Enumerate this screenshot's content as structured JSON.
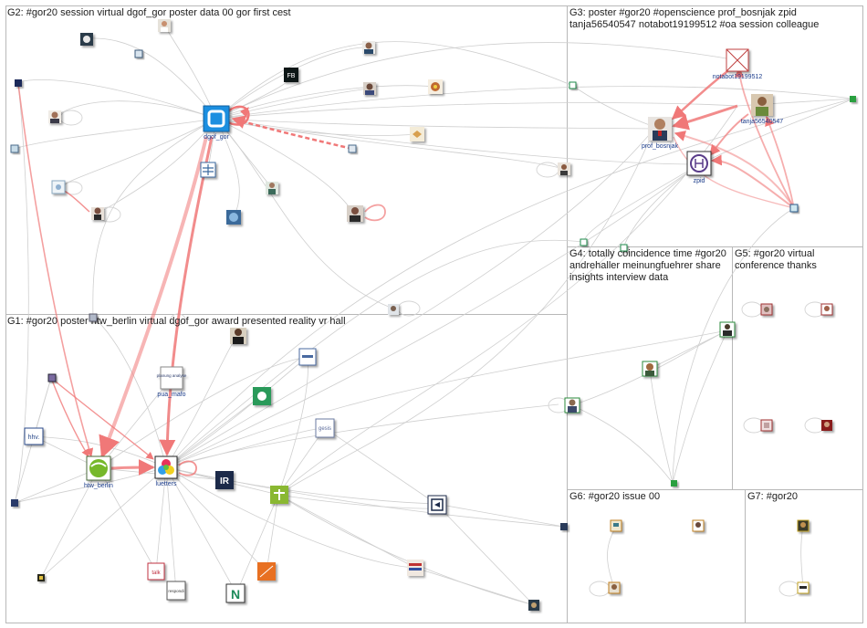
{
  "groups": {
    "g1": {
      "title": "G1: #gor20 poster htw_berlin virtual dgof_gor award presented reality vr hall"
    },
    "g2": {
      "title": "G2: #gor20 session virtual dgof_gor poster data 00 gor first cest"
    },
    "g3": {
      "title": "G3: poster #gor20 #openscience prof_bosnjak zpid tanja56540547 notabot19199512 #oa session colleague"
    },
    "g4": {
      "title": "G4: totally coincidence time #gor20 andrehaller meinungfuehrer share insights interview data"
    },
    "g5": {
      "title": "G5: #gor20 virtual conference thanks"
    },
    "g6": {
      "title": "G6: #gor20 issue 00"
    },
    "g7": {
      "title": "G7: #gor20"
    }
  },
  "node_labels": {
    "dgof_gor": "dgof_gor",
    "htw_berlin": "htw_berlin",
    "luetters": "luetters",
    "pua_mafo": "pua_mafo",
    "prof_bosnjak": "prof_bosnjak",
    "zpid": "zpid",
    "notabot": "notabot19199512",
    "tanja": "tanja56540547"
  },
  "node_icons": {
    "dgof_gor": "dgof-logo-icon",
    "htw_berlin": "htw-logo-icon",
    "luetters": "colorful-logo-icon",
    "pua_mafo": "planung-logo-icon",
    "zpid": "zpid-logo-icon",
    "notabot": "missing-image-icon",
    "ir": "ir-logo-icon",
    "n": "n-logo-icon",
    "hhv": "hhv-logo-icon",
    "gesis": "gesis-logo-icon",
    "fb": "fb-logo-icon",
    "respondi": "respondi-logo-icon",
    "talk": "talk-logo-icon"
  },
  "logo_text": {
    "fb": "FB",
    "ir": "IR",
    "n": "N",
    "hhv": "hhv.",
    "gesis": "gesis",
    "pua": "planung analyse",
    "respondi": "respondi",
    "talk": "talk"
  },
  "colors": {
    "edge_gray": "#c8c8c8",
    "edge_red": "#f07878",
    "box_border": "#b8b8b8",
    "dgof_blue": "#1a8fe0",
    "zpid_purple": "#5a3d8a",
    "label_blue": "#1a3b8a"
  }
}
